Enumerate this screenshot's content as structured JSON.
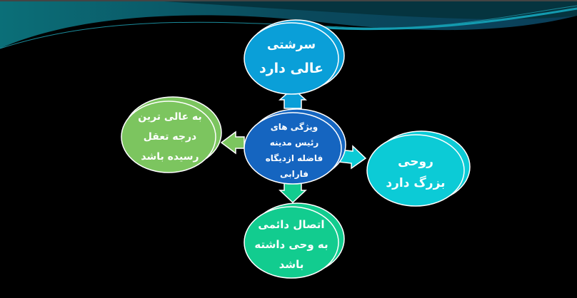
{
  "diagram": {
    "center": {
      "lines": [
        "ویژگی های",
        "رئیس مدینه",
        "فاضله ازدیگاه",
        "فارابی"
      ],
      "color": "#1565c0"
    },
    "top": {
      "lines": [
        "سرشتی",
        "عالی دارد"
      ],
      "color": "#0a9fd8"
    },
    "right": {
      "lines": [
        "روحی",
        "بزرگ دارد"
      ],
      "color": "#0ccbd6"
    },
    "bottom": {
      "lines": [
        "اتصال دائمی",
        "به وحی داشته",
        "باشد"
      ],
      "color": "#12cc8f"
    },
    "left": {
      "lines": [
        "به عالی ترین",
        "درجه تعقل",
        "رسیده باشد"
      ],
      "color": "#7cc55f"
    }
  }
}
